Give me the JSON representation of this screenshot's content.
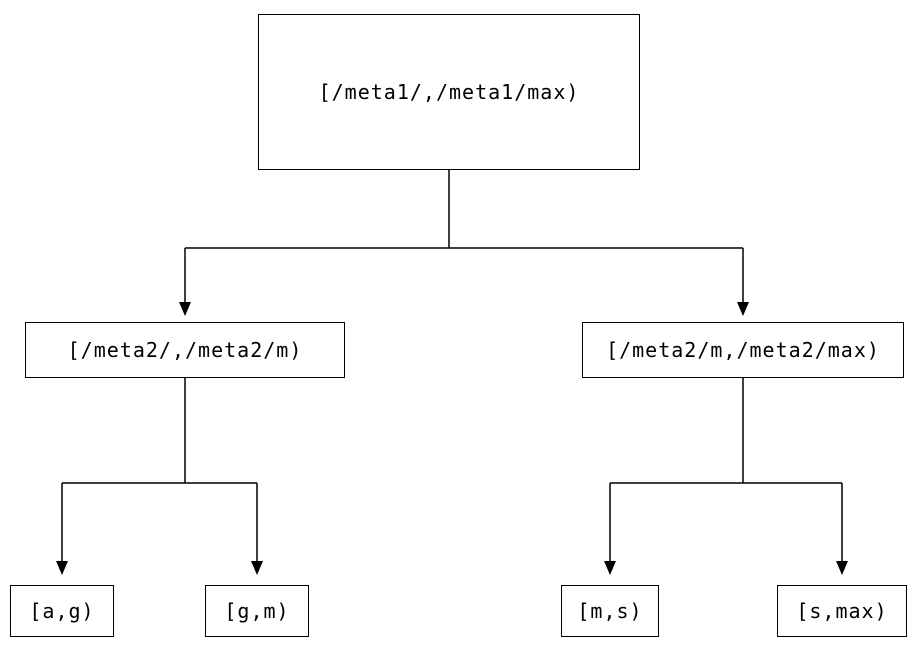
{
  "colors": {
    "line": "#000000",
    "box_border": "#000000",
    "background": "#ffffff",
    "text": "#000000"
  },
  "nodes": {
    "root": {
      "label": "[/meta1/,/meta1/max)"
    },
    "level2_left": {
      "label": "[/meta2/,/meta2/m)"
    },
    "level2_right": {
      "label": "[/meta2/m,/meta2/max)"
    },
    "leaf_a_g": {
      "label": "[a,g)"
    },
    "leaf_g_m": {
      "label": "[g,m)"
    },
    "leaf_m_s": {
      "label": "[m,s)"
    },
    "leaf_s_max": {
      "label": "[s,max)"
    }
  },
  "edges": [
    {
      "from": "root",
      "to": "level2_left"
    },
    {
      "from": "root",
      "to": "level2_right"
    },
    {
      "from": "level2_left",
      "to": "leaf_a_g"
    },
    {
      "from": "level2_left",
      "to": "leaf_g_m"
    },
    {
      "from": "level2_right",
      "to": "leaf_m_s"
    },
    {
      "from": "level2_right",
      "to": "leaf_s_max"
    }
  ],
  "icons": {
    "arrowhead": "filled-triangle-down"
  }
}
